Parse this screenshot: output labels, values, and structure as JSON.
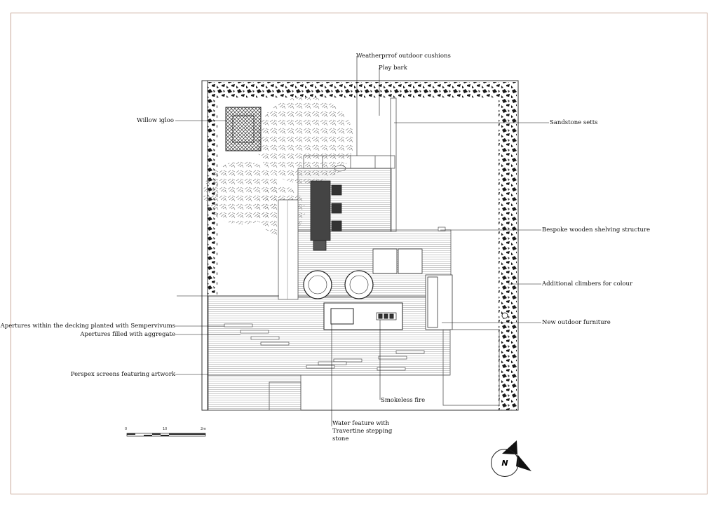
{
  "labels": {
    "weatherproof": "Weatherprrof outdoor cushions",
    "play_bark": "Play bark",
    "sandstone": "Sandstone setts",
    "willow": "Willow igloo",
    "shelving": "Bespoke wooden shelving structure",
    "climbers": "Additional climbers for colour",
    "furniture": "New outdoor furniture",
    "apertures_sempervivums": "Apertures within the decking planted with Sempervivums",
    "apertures_aggregate": "Apertures filled with aggregate",
    "perspex": "Perspex screens featuring artwork",
    "smokeless": "Smokeless fire",
    "water": "Water feature with Travertine stepping stone"
  },
  "scale_bar": {
    "start": "0",
    "mid": "10",
    "end": "2m"
  },
  "north": "N"
}
